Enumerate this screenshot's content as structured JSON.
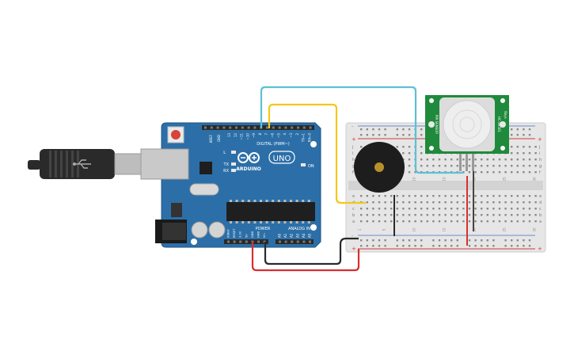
{
  "colors": {
    "background": "#ffffff",
    "board": "#2c6fa8",
    "board_edge": "#1f5686",
    "header": "#2a2a2a",
    "chip": "#222222",
    "breadboard": "#e6e6e6",
    "hole": "#8a8a8a",
    "rail_red": "#d23a3a",
    "rail_blue": "#6b8ccf",
    "wire_cyan": "#5ec0d4",
    "wire_yellow": "#f2c81d",
    "wire_red": "#d8302e",
    "wire_black": "#2a2a2a",
    "pir_pcb": "#1f8a3c",
    "pir_dome": "#eeeeee",
    "buzzer": "#1d1d1d",
    "buzzer_center": "#b8902b",
    "usb": "#2a2a2a",
    "usb_metal": "#bdbdbd"
  },
  "arduino": {
    "logo_text": "ARDUINO",
    "model": "UNO",
    "digital_label": "DIGITAL (PWM~)",
    "power_label": "POWER",
    "analog_label": "ANALOG IN",
    "on_label": "ON",
    "led_l": "L",
    "led_tx": "TX",
    "led_rx": "RX",
    "aref": "AREF",
    "gnd": "GND",
    "digital_pins": [
      "13",
      "12",
      "~11",
      "~10",
      "~9",
      "8",
      "7",
      "~6",
      "~5",
      "4",
      "~3",
      "2",
      "TX→1",
      "RX←0"
    ],
    "power_pins": [
      "IOREF",
      "RESET",
      "3.3V",
      "5V",
      "GND",
      "GND",
      "Vin"
    ],
    "analog_pins": [
      "A0",
      "A1",
      "A2",
      "A3",
      "A4",
      "A5"
    ]
  },
  "pir": {
    "left_text": "PIR SENSOR",
    "right_text_1": "HC-SR501",
    "right_text_2": "Keys"
  },
  "breadboard": {
    "row_letters_top": [
      "j",
      "i",
      "h",
      "g",
      "f"
    ],
    "row_letters_bottom": [
      "e",
      "d",
      "c",
      "b",
      "a"
    ],
    "rail_plus": "+",
    "rail_minus": "-",
    "column_numbers": [
      "1",
      "5",
      "10",
      "15",
      "20",
      "25",
      "30"
    ]
  },
  "icons": {
    "usb": "usb-icon",
    "reset": "reset-button-icon",
    "infinity": "arduino-infinity-logo-icon"
  }
}
